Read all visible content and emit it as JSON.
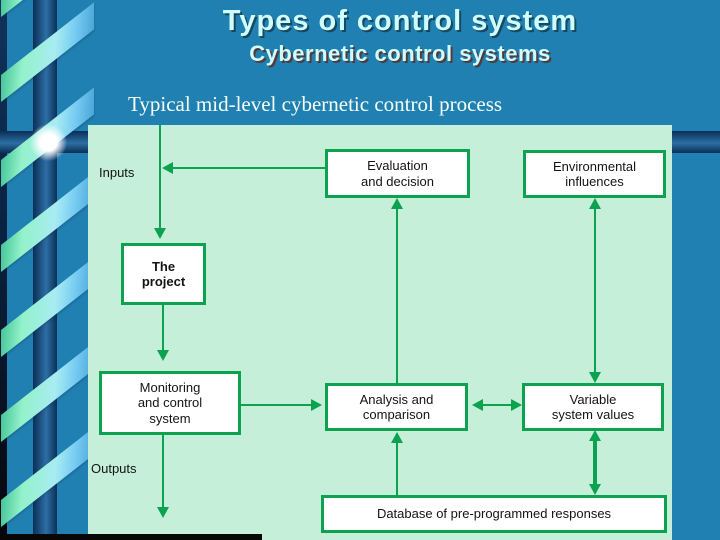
{
  "slide": {
    "title": "Types of control system",
    "subtitle": "Cybernetic control systems",
    "caption": "Typical mid-level cybernetic control process"
  },
  "diagram": {
    "labels": {
      "inputs": "Inputs",
      "outputs": "Outputs"
    },
    "boxes": {
      "evaluation": "Evaluation\nand decision",
      "environmental": "Environmental\ninfluences",
      "project": "The\nproject",
      "monitoring": "Monitoring\nand control\nsystem",
      "analysis": "Analysis and\ncomparison",
      "variable": "Variable\nsystem values",
      "database": "Database of pre-programmed responses"
    }
  },
  "theme": {
    "background_blue": "#2180B2",
    "title_text": "#CFFEFF",
    "title_shadow": "#17485E",
    "subtitle_shadow": "#553A3A",
    "panel_mint": "#C5EFD8",
    "diagram_green": "#0CA24F",
    "box_fill": "#FFFFFF",
    "pipe_dark": "#0A2F55",
    "pipe_light": "#2D6EA5",
    "ribbon_green": "#93F2C9",
    "ribbon_blue": "#77CCF2"
  }
}
